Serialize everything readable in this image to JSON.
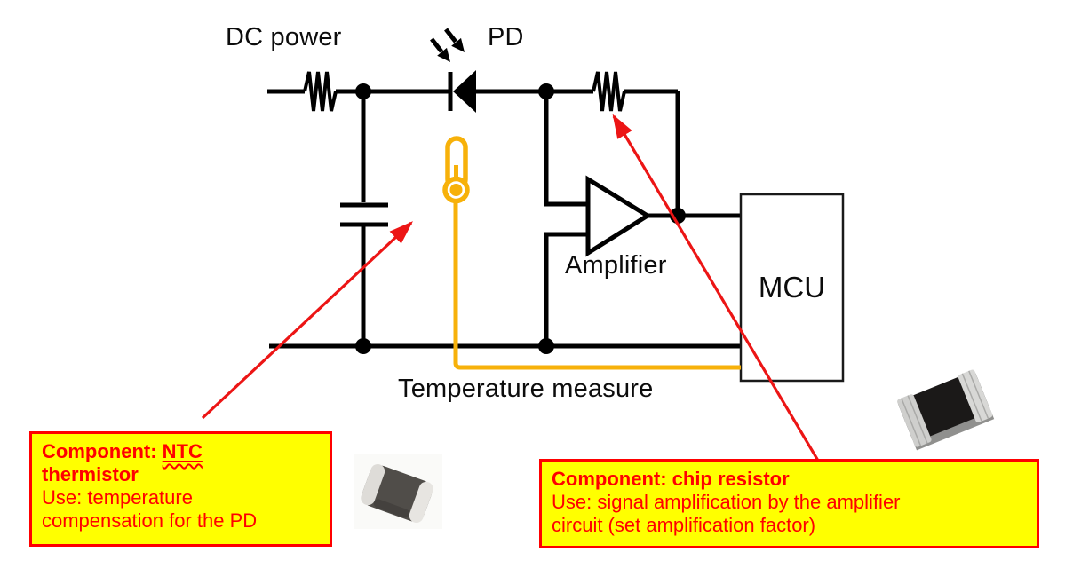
{
  "labels": {
    "dc_power": "DC power",
    "pd": "PD",
    "amplifier": "Amplifier",
    "mcu": "MCU",
    "temperature_measure": "Temperature measure"
  },
  "callout_ntc": {
    "line1_prefix": "Component: ",
    "line1_term": "NTC",
    "line2": "thermistor",
    "line3": "Use: temperature",
    "line4": "compensation for the PD"
  },
  "callout_chip_resistor": {
    "line1": "Component: chip resistor",
    "line2": "Use: signal amplification by the amplifier",
    "line3": "circuit (set amplification factor)"
  },
  "colors": {
    "wire_black": "#000000",
    "sensor_orange": "#F7B10A",
    "annotation_red": "#EC1515",
    "callout_background": "#FFFF00",
    "callout_border": "#FF0000",
    "callout_text": "#FF0000"
  }
}
